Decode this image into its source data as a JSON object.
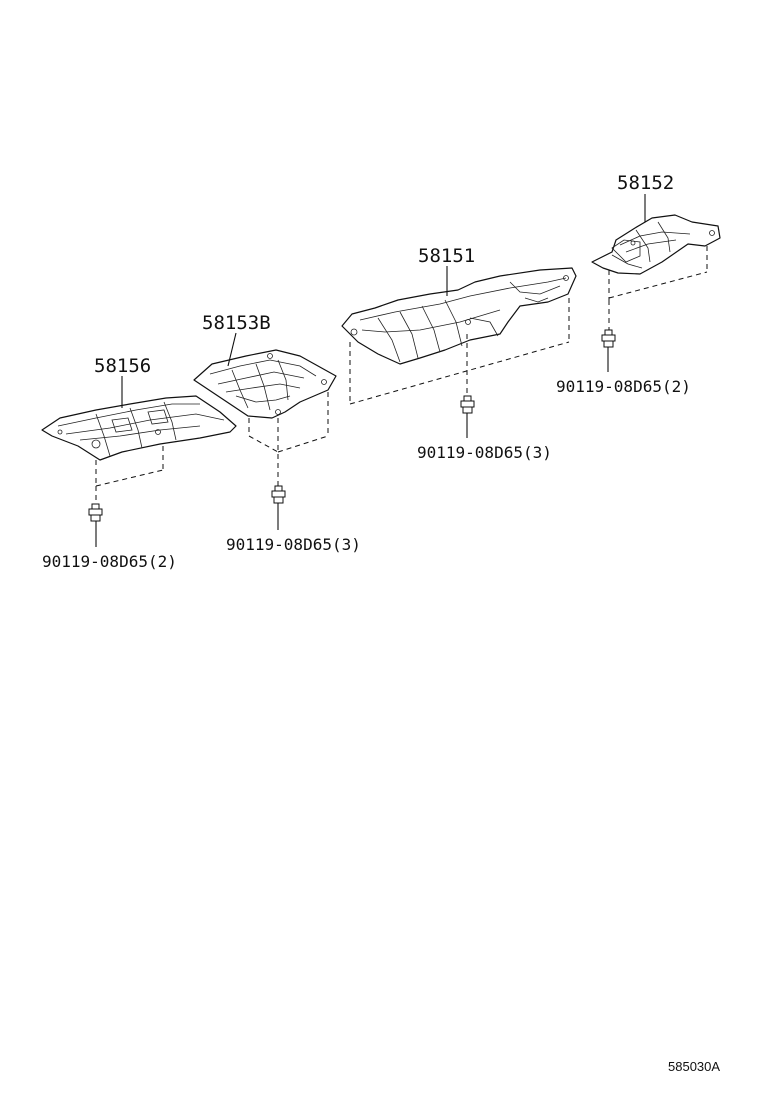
{
  "parts": {
    "p58152": "58152",
    "p58151": "58151",
    "p58153b": "58153B",
    "p58156": "58156"
  },
  "bolts": {
    "b58152": "90119-08D65(2)",
    "b58151": "90119-08D65(3)",
    "b58153b": "90119-08D65(3)",
    "b58156": "90119-08D65(2)"
  },
  "reference_code": "585030A"
}
